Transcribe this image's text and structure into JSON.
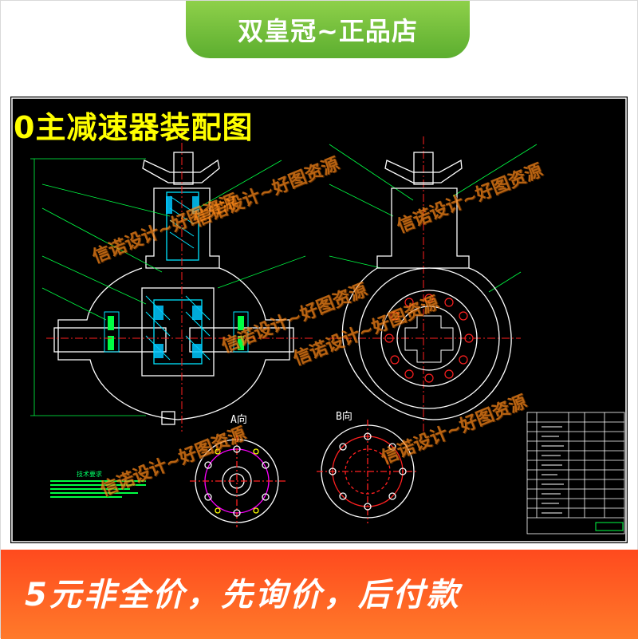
{
  "top_banner": {
    "text": "双皇冠~正品店",
    "color": "#6cc03a"
  },
  "drawing": {
    "title": "0主减速器装配图",
    "view_labels": {
      "a": "A向",
      "b": "B向"
    },
    "tech_requirements_title": "技术要求"
  },
  "watermarks": [
    "信诺设计~好图资源",
    "信诺设计~好图资源",
    "信诺设计~好图资源",
    "信诺设计~好图资源",
    "信诺设计~好图资源",
    "信诺设计~好图资源",
    "信诺设计~好图资源"
  ],
  "bottom_banner": {
    "text": "5元非全价，先询价，后付款",
    "color": "#ff5a24"
  },
  "colors": {
    "cad_background": "#000000",
    "outline": "#ffffff",
    "hatch": "#00e5ff",
    "centerline": "#ff2020",
    "green": "#00ff44",
    "magenta": "#ff00ff",
    "title_yellow": "#ffff00",
    "watermark": "#ff8a1a"
  }
}
